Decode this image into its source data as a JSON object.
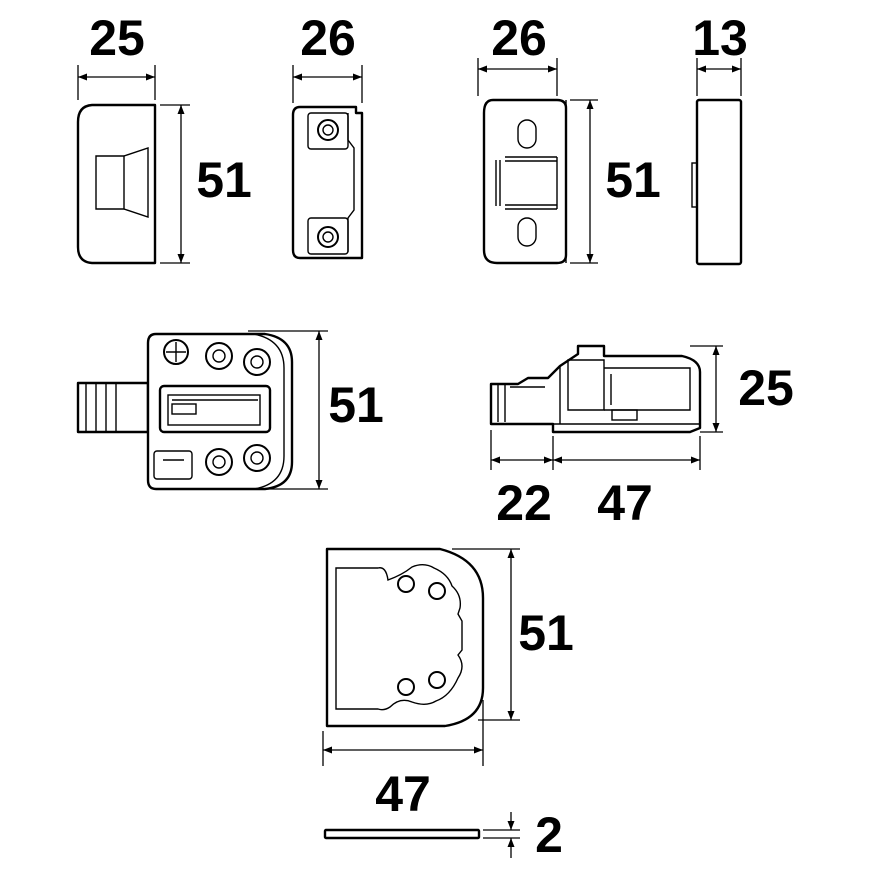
{
  "dimensions": {
    "part1_width": "25",
    "part1_height": "51",
    "part2_width": "26",
    "part3_width": "26",
    "part3_height": "51",
    "part4_width": "13",
    "base_height": "51",
    "side_height": "25",
    "side_left_length": "22",
    "side_right_length": "47",
    "plate_height": "51",
    "plate_width": "47",
    "shim_thickness": "2"
  }
}
